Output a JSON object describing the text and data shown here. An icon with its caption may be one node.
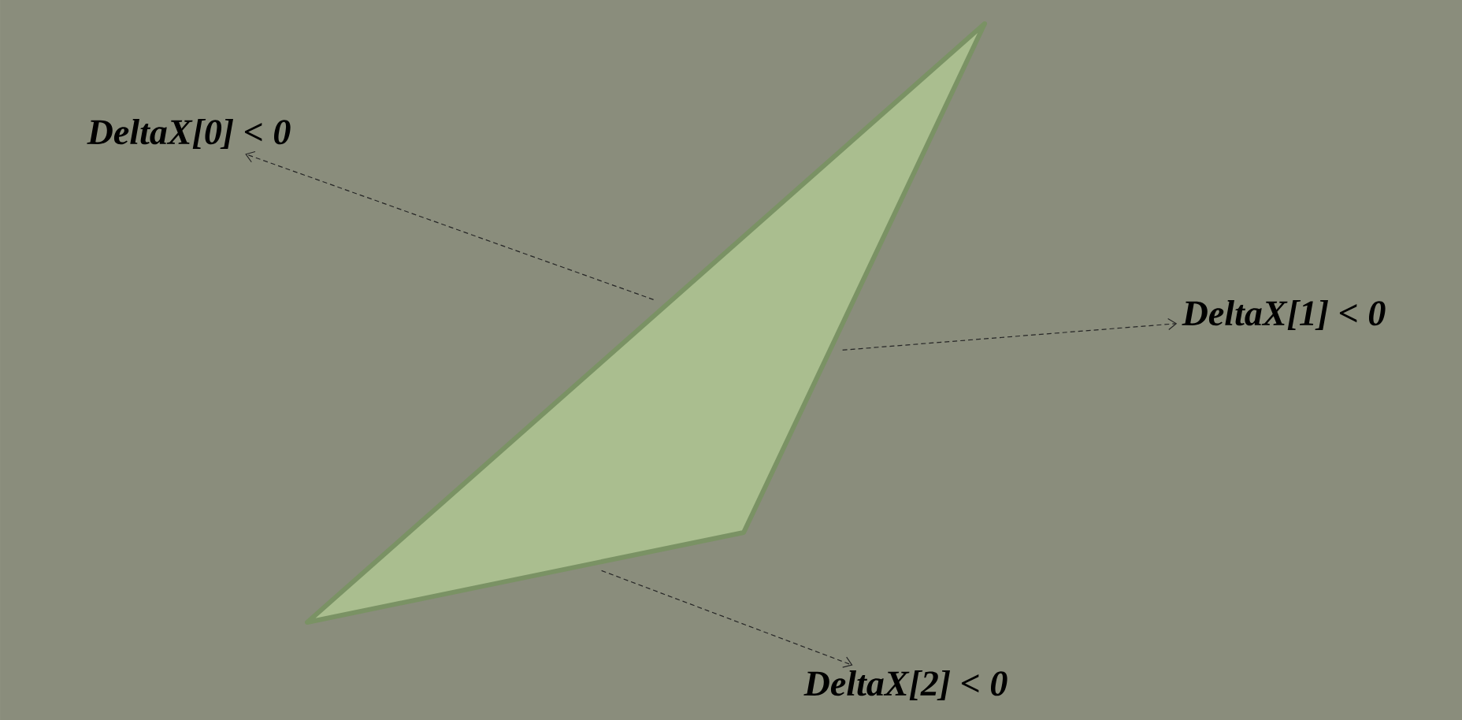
{
  "diagram": {
    "nodes": [
      {
        "text": [],
        "shape": "triangle"
      },
      {
        "text": [
          "DeltaX[0] < 0"
        ]
      },
      {
        "text": [
          "DeltaX[1] < 0"
        ]
      },
      {
        "text": [
          "DeltaX[2] < 0"
        ]
      }
    ],
    "edges": [
      {
        "from": 0,
        "to": 1,
        "arrow": "to",
        "style": "dashed"
      },
      {
        "from": 0,
        "to": 2,
        "arrow": "to",
        "style": "dashed"
      },
      {
        "from": 0,
        "to": 3,
        "arrow": "to",
        "style": "dashed"
      }
    ]
  }
}
